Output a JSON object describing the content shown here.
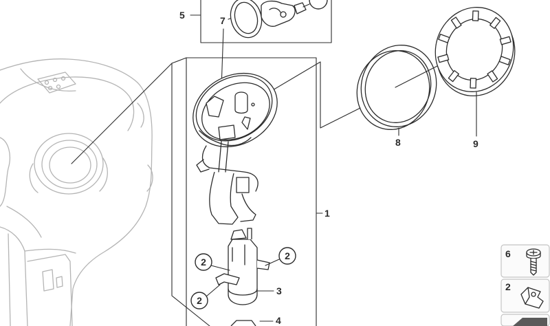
{
  "callouts": {
    "item_5": "5",
    "item_7": "7",
    "item_1": "1",
    "item_8": "8",
    "item_9": "9",
    "item_2_a": "2",
    "item_2_b": "2",
    "item_2_c": "2",
    "item_3": "3",
    "item_4": "4"
  },
  "hardware_panel": [
    {
      "label": "6",
      "icon": "screw-icon"
    },
    {
      "label": "2",
      "icon": "clip-icon"
    },
    {
      "icon": "wedge-icon"
    }
  ],
  "colors": {
    "background": "#ffffff",
    "line": "#2b2b2b",
    "tank_line": "#b4b4b4",
    "panel_border": "#c4c4c4",
    "panel_fill": "#fbfbfb",
    "wedge": "#5a5a5a"
  }
}
